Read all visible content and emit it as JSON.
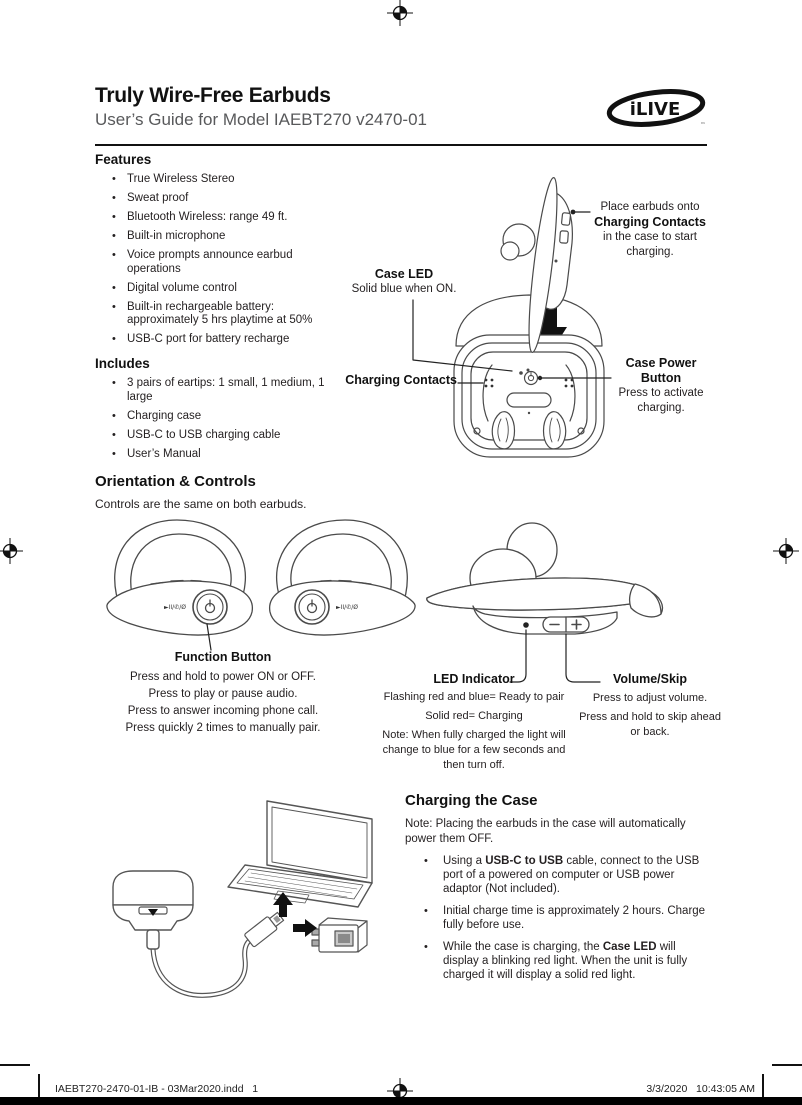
{
  "header": {
    "title": "Truly Wire-Free Earbuds",
    "subtitle": "User’s Guide for Model IAEBT270 v2470-01",
    "logo": {
      "text": "iLIVE",
      "tm": "™"
    }
  },
  "features": {
    "heading": "Features",
    "items": [
      "True Wireless Stereo",
      "Sweat proof",
      "Bluetooth Wireless: range 49 ft.",
      "Built-in microphone",
      "Voice prompts announce earbud operations",
      "Digital volume control",
      "Built-in rechargeable battery: approximately 5 hrs playtime at 50%",
      "USB-C port for battery recharge"
    ]
  },
  "includes": {
    "heading": "Includes",
    "items": [
      "3 pairs of eartips: 1 small, 1 medium, 1 large",
      "Charging case",
      "USB-C to USB charging cable",
      "User’s Manual"
    ]
  },
  "case_diagram": {
    "place_earbuds": {
      "pre": "Place earbuds onto",
      "bold": "Charging Contacts",
      "post": "in the case to start charging."
    },
    "case_led": {
      "label": "Case LED",
      "desc": "Solid blue when ON."
    },
    "charging_contacts_label": "Charging Contacts",
    "case_power": {
      "label": "Case Power Button",
      "desc": "Press to activate charging."
    }
  },
  "orientation": {
    "heading": "Orientation & Controls",
    "subtext": "Controls are the same on both earbuds.",
    "earbud_marking": "►II/✆/Ø",
    "function_button": {
      "label": "Function Button",
      "lines": [
        "Press and hold to power ON or OFF.",
        "Press to play or pause audio.",
        "Press to answer incoming phone call.",
        "Press quickly 2 times to manually pair."
      ]
    },
    "led_indicator": {
      "label": "LED Indicator",
      "line1": "Flashing red and blue= Ready to pair",
      "line2": "Solid red= Charging",
      "note": "Note: When fully charged the light will change to blue for a few seconds and then turn off."
    },
    "volume_skip": {
      "label": "Volume/Skip",
      "line1": "Press to adjust volume.",
      "line2": "Press and hold to skip ahead or back."
    }
  },
  "charging_case": {
    "heading": "Charging the Case",
    "note": "Note: Placing the earbuds in the case will automatically power them OFF.",
    "bullets": [
      {
        "pre": "Using a ",
        "bold": "USB-C to USB",
        "post": " cable, connect to the USB port of a powered on computer or USB power adaptor (Not included)."
      },
      {
        "pre": "",
        "bold": "",
        "post": "Initial charge time is approximately 2 hours. Charge fully before use."
      },
      {
        "pre": "While the case is charging, the ",
        "bold": "Case LED",
        "post": " will display a blinking red light. When the unit is fully charged it will display a solid red light."
      }
    ]
  },
  "footer": {
    "left": "IAEBT270-2470-01-IB - 03Mar2020.indd   1",
    "right": "3/3/2020   10:43:05 AM"
  }
}
